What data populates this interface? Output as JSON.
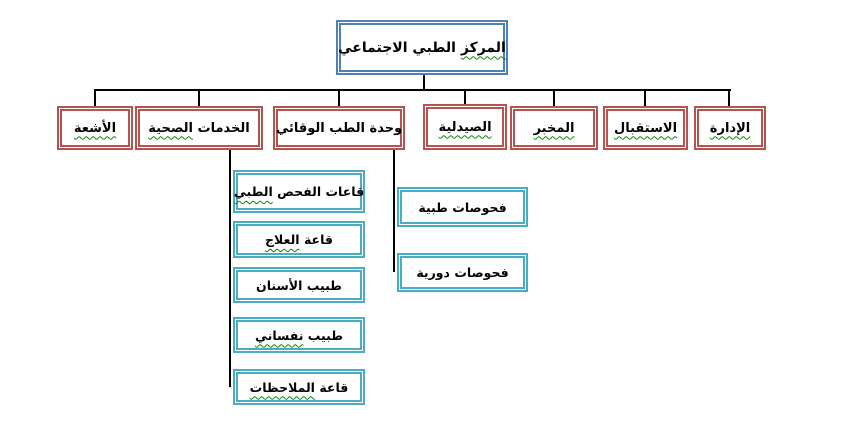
{
  "document": {
    "type": "organizational-chart",
    "language": "ar",
    "direction": "rtl"
  },
  "colors": {
    "background": "#FFFFFF",
    "root_border": "#4E80BC",
    "department_border": "#B85450",
    "leaf_border": "#4BACC6",
    "connector": "#000000",
    "spellcheck_squiggle": "#0A8A0A",
    "text": "#000000"
  },
  "org": {
    "root": {
      "label": "المركز الطبي الاجتماعي",
      "parts": {
        "pre": "",
        "squiggle": "المركز",
        "post": " الطبي الاجتماعي"
      }
    },
    "departments": [
      {
        "label": "الإدارة",
        "parts": {
          "pre": "",
          "squiggle": "الإدارة",
          "post": ""
        },
        "children": []
      },
      {
        "label": "الاستقبال",
        "parts": {
          "pre": "",
          "squiggle": "الاستقبال",
          "post": ""
        },
        "children": []
      },
      {
        "label": "المخبر",
        "parts": {
          "pre": "",
          "squiggle": "المخبر",
          "post": ""
        },
        "children": []
      },
      {
        "label": "الصيدلية",
        "parts": {
          "pre": "",
          "squiggle": "الصيدلية",
          "post": ""
        },
        "children": []
      },
      {
        "label": "وحدة الطب الوقائي",
        "parts": {
          "pre": "وحدة الطب الوقائي",
          "squiggle": "",
          "post": ""
        },
        "children": [
          {
            "label": "فحوصات طبية",
            "parts": {
              "pre": "فحوصات طبية",
              "squiggle": "",
              "post": ""
            }
          },
          {
            "label": "فحوصات دورية",
            "parts": {
              "pre": "فحوصات دورية",
              "squiggle": "",
              "post": ""
            }
          }
        ]
      },
      {
        "label": "الخدمات الصحية",
        "parts": {
          "pre": "الخدمات ",
          "squiggle": "الصحية",
          "post": ""
        },
        "children": [
          {
            "label": "قاعات الفحص الطبي",
            "parts": {
              "pre": "قاعات الفحص ",
              "squiggle": "الطبي",
              "post": ""
            }
          },
          {
            "label": "قاعة العلاج",
            "parts": {
              "pre": "قاعة ",
              "squiggle": "العلاج",
              "post": ""
            }
          },
          {
            "label": "طبيب الأسنان",
            "parts": {
              "pre": "طبيب الأسنان",
              "squiggle": "",
              "post": ""
            }
          },
          {
            "label": "طبيب نفساني",
            "parts": {
              "pre": "طبيب ",
              "squiggle": "نفساني",
              "post": ""
            }
          },
          {
            "label": "قاعة الملاحظات",
            "parts": {
              "pre": "قاعة ",
              "squiggle": "الملاحظات",
              "post": ""
            }
          }
        ]
      },
      {
        "label": "الأشعة",
        "parts": {
          "pre": "",
          "squiggle": "الأشعة",
          "post": ""
        },
        "children": []
      }
    ]
  }
}
